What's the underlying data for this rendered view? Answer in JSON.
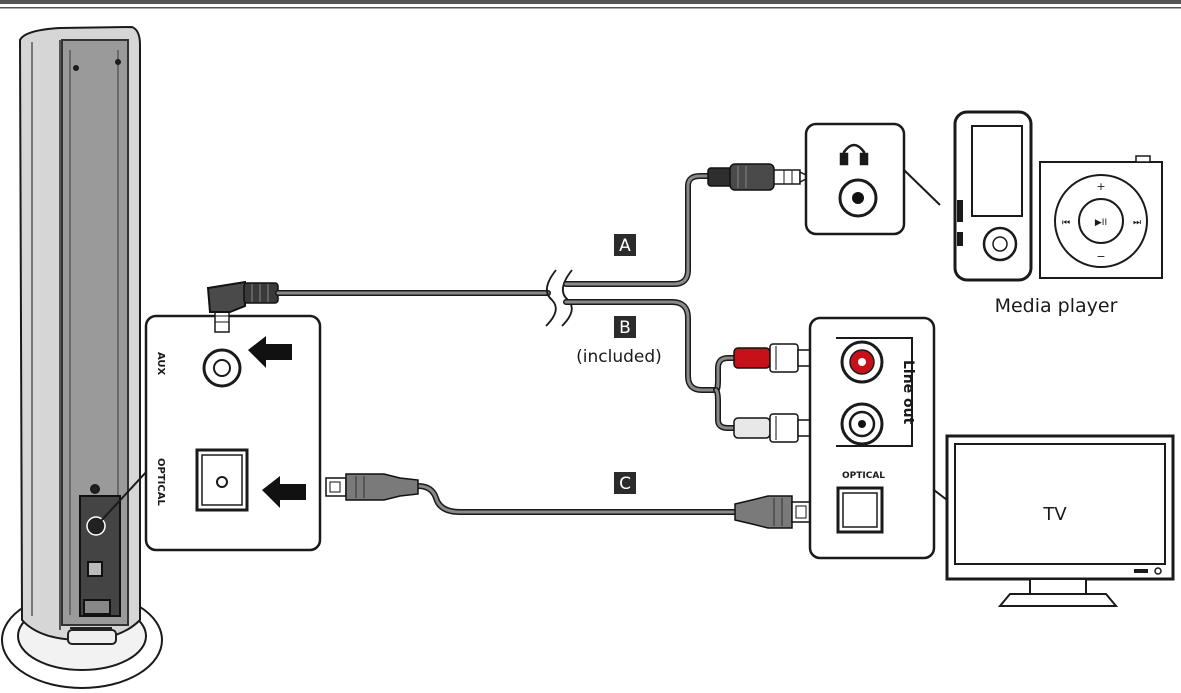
{
  "connections": {
    "a": {
      "letter": "A"
    },
    "b": {
      "letter": "B",
      "note": "(included)"
    },
    "c": {
      "letter": "C"
    }
  },
  "speaker_panel": {
    "aux_label": "AUX",
    "optical_label": "OPTICAL"
  },
  "tv_panel": {
    "line_out_label": "Line out",
    "optical_label": "OPTICAL"
  },
  "devices": {
    "media_player_label": "Media player",
    "tv_label": "TV",
    "ipod_plus": "+",
    "ipod_minus": "−",
    "ipod_play": "▶II",
    "ipod_prev": "⏮",
    "ipod_next": "⏭"
  },
  "colors": {
    "line": "#1a1a1a",
    "cable_grey": "#8a8a8a",
    "plug_dark": "#3a3a3a",
    "rca_red": "#c8101a",
    "label_bg": "#2b2b2b"
  }
}
